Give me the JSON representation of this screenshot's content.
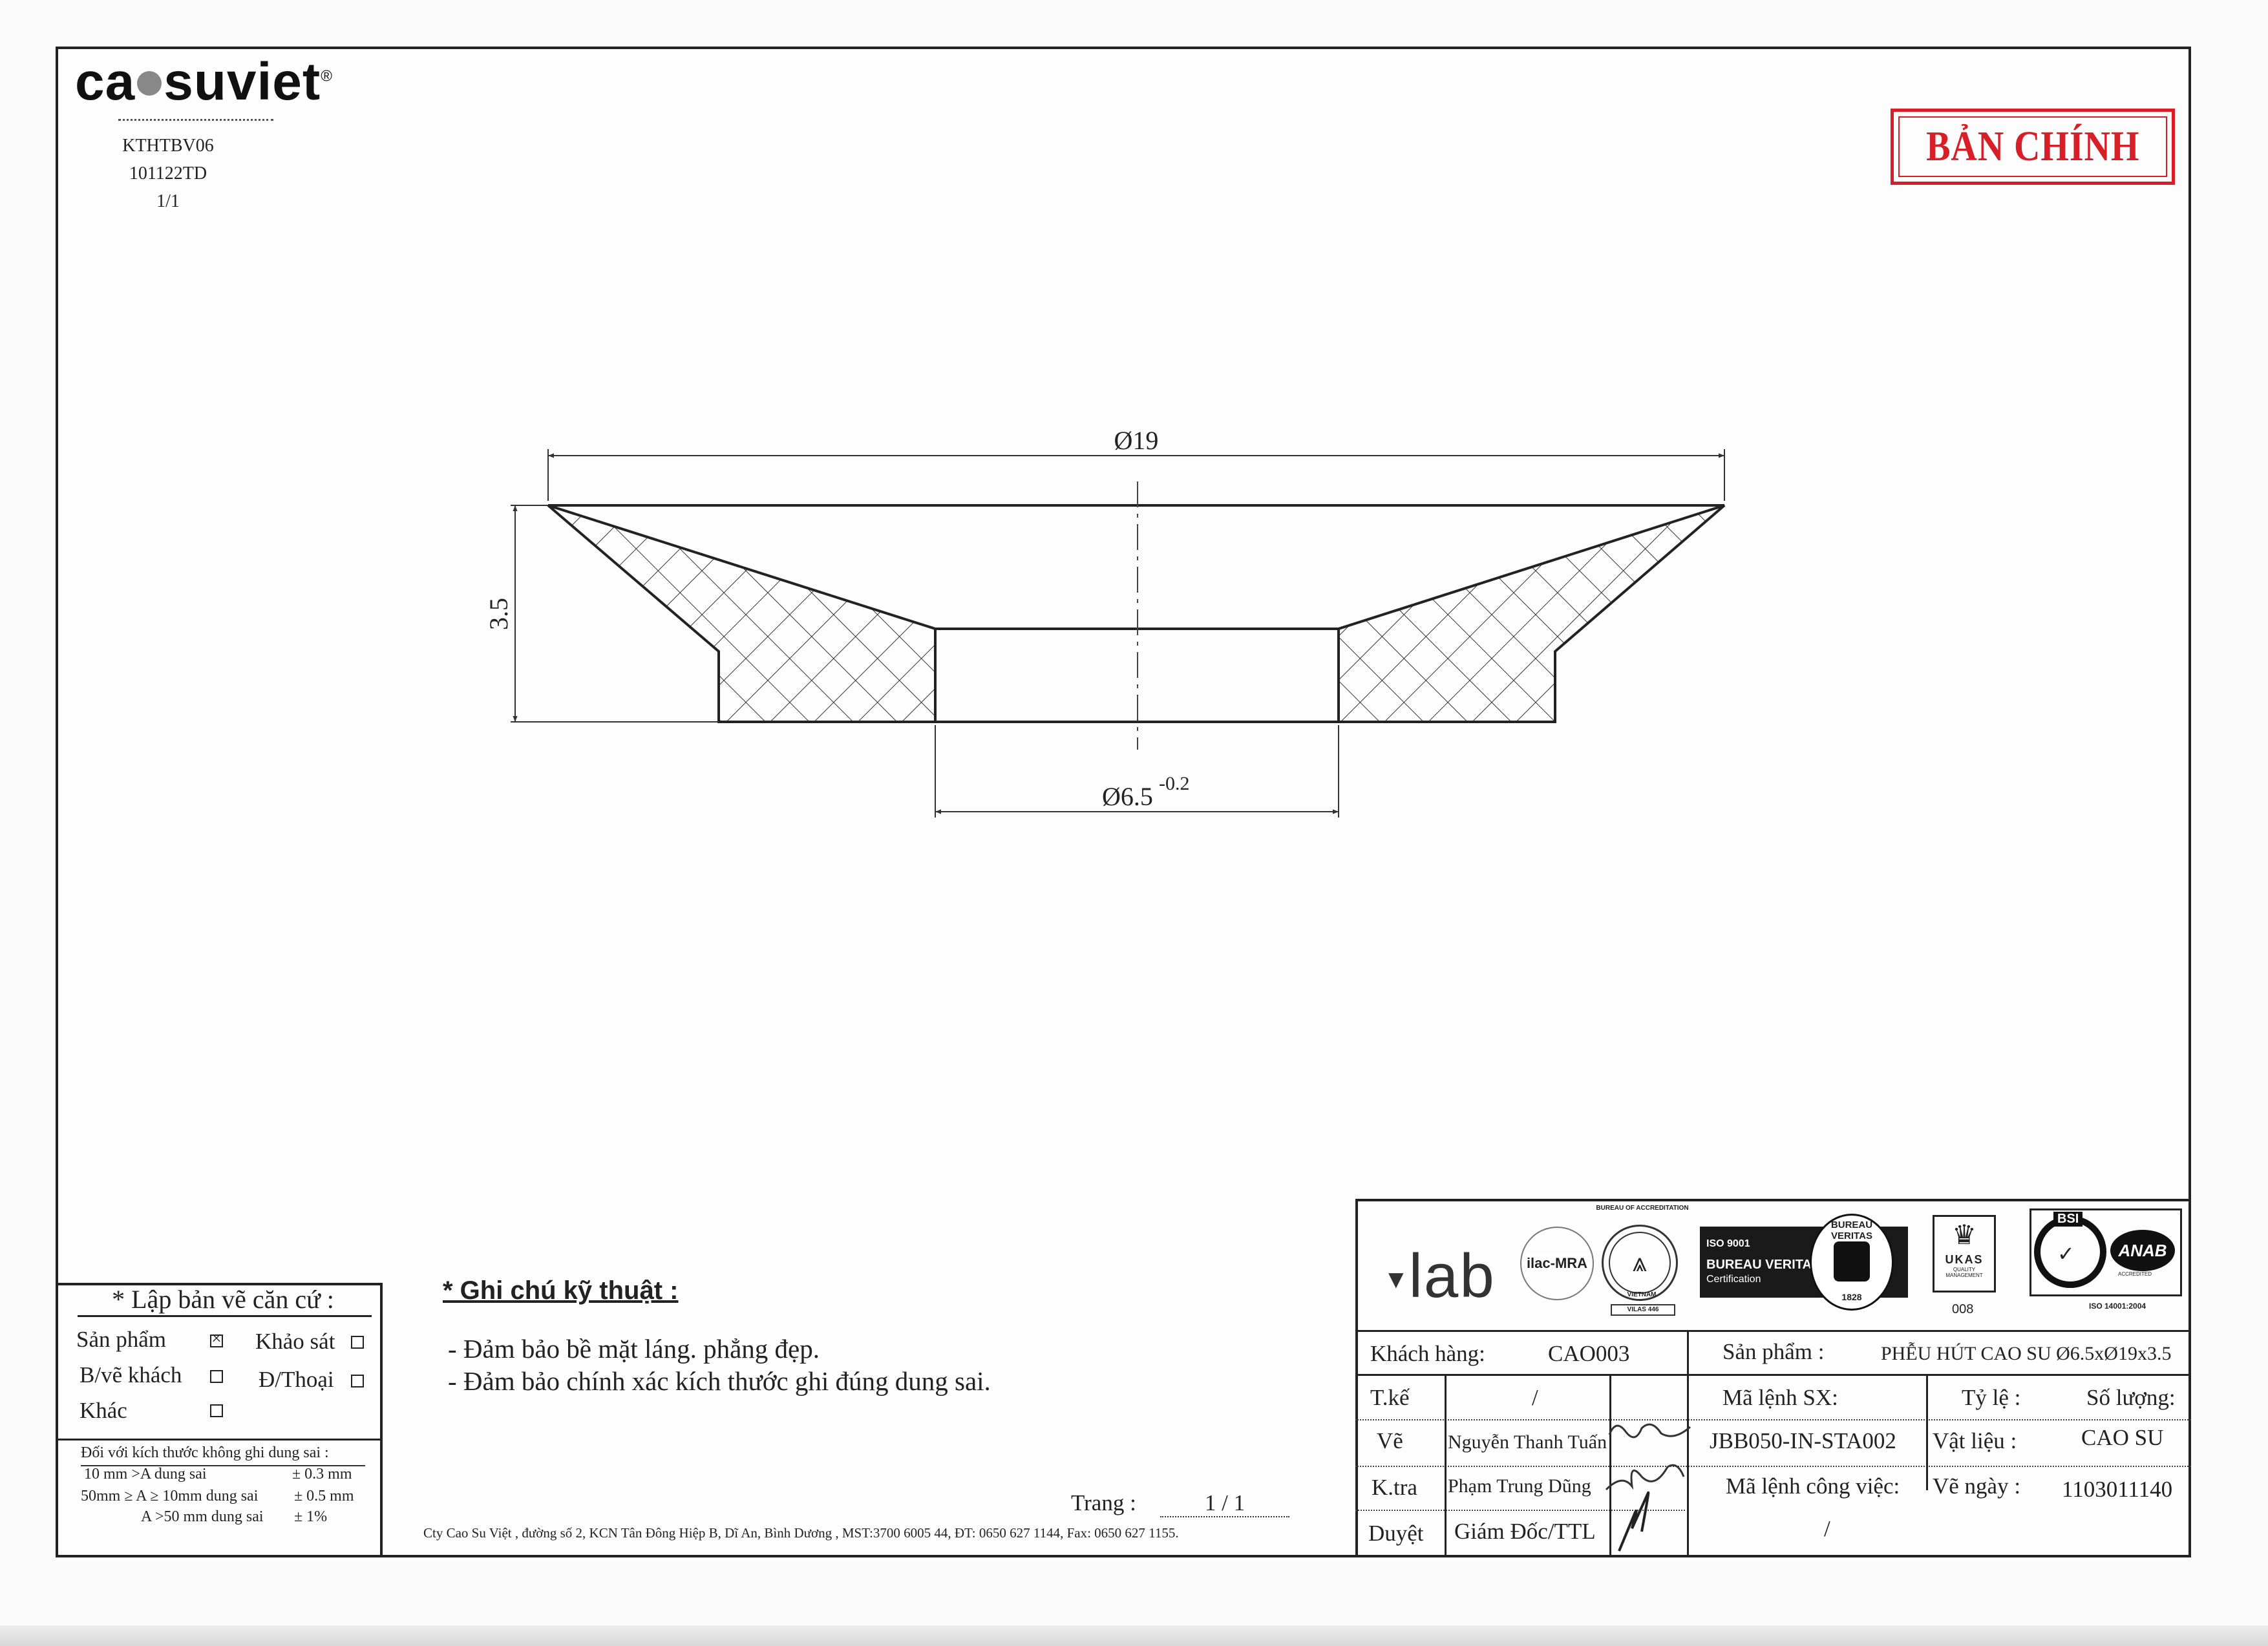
{
  "company": {
    "logo_prefix": "ca",
    "logo_suffix": "suviet",
    "logo_registered": "®",
    "doc_code": "KTHTBV06",
    "revision": "101122TD",
    "sheet": "1/1"
  },
  "stamp": {
    "text": "BẢN CHÍNH",
    "color": "#d81e27"
  },
  "drawing": {
    "outer_diameter_label": "Ø19",
    "height_label": "3.5",
    "inner_diameter_label": "Ø6.5",
    "inner_tolerance": "-0.2"
  },
  "basis": {
    "title": "* Lập bản vẽ căn cứ :",
    "options": [
      {
        "label": "Sản phẩm",
        "checked": true
      },
      {
        "label": "Khảo sát",
        "checked": false
      },
      {
        "label": "B/vẽ khách",
        "checked": false
      },
      {
        "label": "Đ/Thoại",
        "checked": false
      },
      {
        "label": "Khác",
        "checked": false
      }
    ],
    "tolerance_title": "Đối với kích thước không ghi dung sai :",
    "tolerances": [
      {
        "range": "10 mm >A  dung sai",
        "value": "± 0.3 mm"
      },
      {
        "range": "50mm ≥ A ≥ 10mm dung sai",
        "value": "± 0.5 mm"
      },
      {
        "range": "A >50 mm dung sai",
        "value": "± 1%"
      }
    ]
  },
  "notes": {
    "title": "* Ghi chú kỹ thuật :",
    "items": [
      "- Đảm bảo bề mặt láng. phẳng đẹp.",
      "- Đảm bảo chính xác kích thước ghi đúng dung sai."
    ]
  },
  "page": {
    "label": "Trang :",
    "value": "1 / 1"
  },
  "footer": "Cty Cao Su Việt , đường số 2, KCN Tân Đông Hiệp B, Dĩ An, Bình Dương , MST:3700 6005 44, ĐT: 0650 627 1144, Fax: 0650 627 1155.",
  "certs": {
    "vlab": "lab",
    "ilac": "ilac-MRA",
    "boa": "BUREAU OF ACCREDITATION",
    "boa_country": "VIETNAM",
    "vilas": "VILAS 446",
    "iso_label": "ISO 9001",
    "bv_name": "BUREAU VERITAS",
    "bv_cert": "Certification",
    "bv_seal_text": "BUREAU VERITAS",
    "bv_year": "1828",
    "ukas": "UKAS",
    "ukas_sub1": "QUALITY",
    "ukas_sub2": "MANAGEMENT",
    "ukas_num": "008",
    "bsi": "BSI",
    "anab": "ANAB",
    "anab_sub": "ACCREDITED",
    "iso14001": "ISO 14001:2004"
  },
  "title_block": {
    "customer_label": "Khách hàng:",
    "customer_value": "CAO003",
    "product_label": "Sản phẩm   :",
    "product_value": "PHỄU HÚT CAO SU Ø6.5xØ19x3.5",
    "designer_label": "T.kế",
    "designer_value": "/",
    "order_label": "Mã lệnh SX:",
    "scale_label": "Tỷ lệ   :",
    "quantity_label": "Số lượng:",
    "drawn_label": "Vẽ",
    "drawn_value": "Nguyễn Thanh Tuấn",
    "order_value": "JBB050-IN-STA002",
    "material_label": "Vật liệu  :",
    "material_value": "CAO SU",
    "checked_label": "K.tra",
    "checked_value": "Phạm Trung Dũng",
    "job_label": "Mã lệnh công việc:",
    "date_label": "Vẽ  ngày  :",
    "date_value": "1103011140",
    "approved_label": "Duyệt",
    "approved_value": "Giám  Đốc/TTL",
    "job_value": "/"
  }
}
